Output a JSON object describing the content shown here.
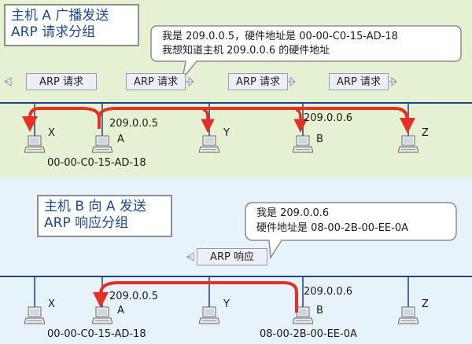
{
  "top": {
    "title_line1": "主机 A 广播发送",
    "title_line2": "ARP 请求分组",
    "callout_line1": "我是 209.0.0.5，硬件地址是 00-00-C0-15-AD-18",
    "callout_line2": "我想知道主机 209.0.0.6 的硬件地址",
    "packets": [
      "ARP 请求",
      "ARP 请求",
      "ARP 请求",
      "ARP 请求"
    ],
    "hosts": {
      "x": "X",
      "a": "A",
      "y": "Y",
      "b": "B",
      "z": "Z"
    },
    "ip_a": "209.0.0.5",
    "ip_b": "209.0.0.6",
    "mac_a": "00-00-C0-15-AD-18",
    "arrow_color": "#e53025"
  },
  "bottom": {
    "title_line1": "主机 B 向 A 发送",
    "title_line2": "ARP 响应分组",
    "callout_line1": "我是 209.0.0.6",
    "callout_line2": "硬件地址是 08-00-2B-00-EE-0A",
    "packet": "ARP 响应",
    "hosts": {
      "x": "X",
      "a": "A",
      "y": "Y",
      "b": "B",
      "z": "Z"
    },
    "ip_a": "209.0.0.5",
    "ip_b": "209.0.0.6",
    "mac_a": "00-00-C0-15-AD-18",
    "mac_b": "08-00-2B-00-EE-0A",
    "arrow_color": "#e53025"
  }
}
